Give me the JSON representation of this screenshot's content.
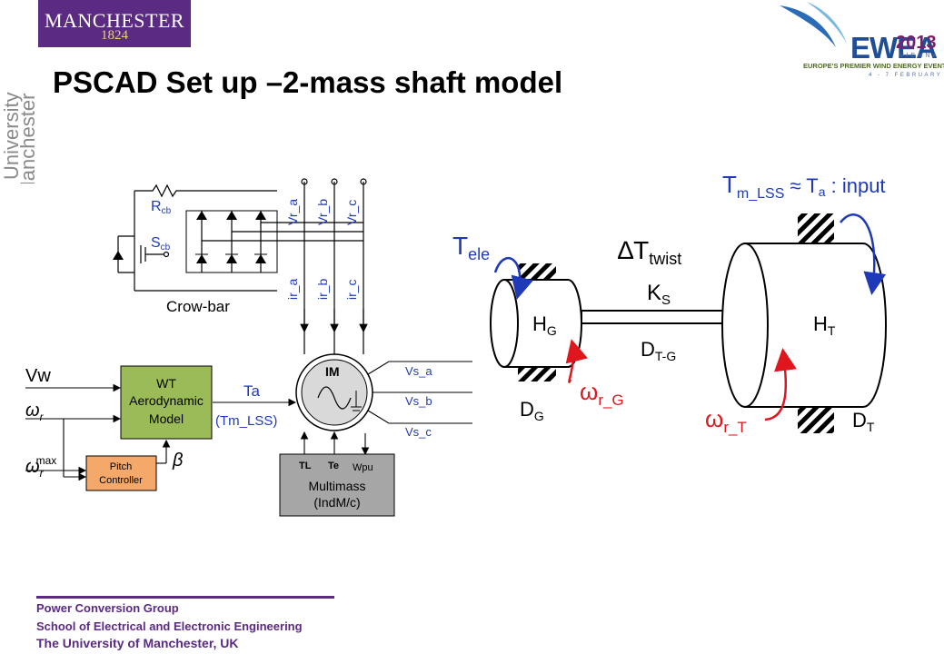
{
  "header": {
    "logo": {
      "name": "MANCHESTER",
      "year": "1824"
    },
    "side_text": {
      "line1": "The University",
      "line2": "of Manchester"
    },
    "title": "PSCAD Set up –2-mass shaft model",
    "ewea": {
      "name": "EWEA",
      "year": "2013",
      "city": "VIENNA",
      "tagline": "EUROPE'S PREMIER WIND ENERGY EVENT",
      "dates": "4 - 7 FEBRUARY"
    }
  },
  "circuit": {
    "rcb": {
      "main": "R",
      "sub": "cb"
    },
    "scb": {
      "main": "S",
      "sub": "cb"
    },
    "crowbar_label": "Crow-bar",
    "vr_labels": [
      "Vr_a",
      "Vr_b",
      "Vr_c"
    ],
    "ir_labels": [
      "ir_a",
      "ir_b",
      "ir_c"
    ],
    "im_label": "IM",
    "vs_labels": [
      "Vs_a",
      "Vs_b",
      "Vs_c"
    ],
    "inputs": {
      "vw": "Vw",
      "omega": "ω",
      "omega_sub": "r",
      "omega_max_sup": "max"
    },
    "wt_model": [
      "WT",
      "Aerodynamic",
      "Model"
    ],
    "ta_label": "Ta",
    "tm_lss_label": "(Tm_LSS)",
    "pitch_controller": [
      "Pitch",
      "Controller"
    ],
    "beta": "β",
    "multimass_ports": [
      "TL",
      "Te",
      "Wpu"
    ],
    "multimass": [
      "Multimass",
      "(IndM/c)"
    ]
  },
  "shaft": {
    "t_ele": {
      "main": "T",
      "sub": "ele"
    },
    "delta_t_twist": {
      "main": "∆T",
      "sub": "twist"
    },
    "ks": {
      "main": "K",
      "sub": "S"
    },
    "hg": {
      "main": "H",
      "sub": "G"
    },
    "ht": {
      "main": "H",
      "sub": "T"
    },
    "dtg": {
      "main": "D",
      "sub": "T-G"
    },
    "dg": {
      "main": "D",
      "sub": "G"
    },
    "dt": {
      "main": "D",
      "sub": "T"
    },
    "omega_rg": {
      "main": "ω",
      "sub": "r_G"
    },
    "omega_rt": {
      "main": "ω",
      "sub": "r_T"
    },
    "tm_lss": {
      "main": "T",
      "sub": "m_LSS",
      "approx": " ≈ T",
      "sub2": "a",
      "tail": " : input"
    }
  },
  "footer": {
    "group": "Power Conversion Group",
    "school": "School of Electrical and Electronic Engineering",
    "university": "The University  of Manchester,  UK"
  },
  "colors": {
    "brand_purple": "#5b2a82",
    "diagram_blue": "#1f3ab8",
    "torque_red": "#e0161f",
    "wt_green": "#9bbb59",
    "pitch_orange": "#f4a96a",
    "multimass_gray": "#a6a6a6"
  }
}
